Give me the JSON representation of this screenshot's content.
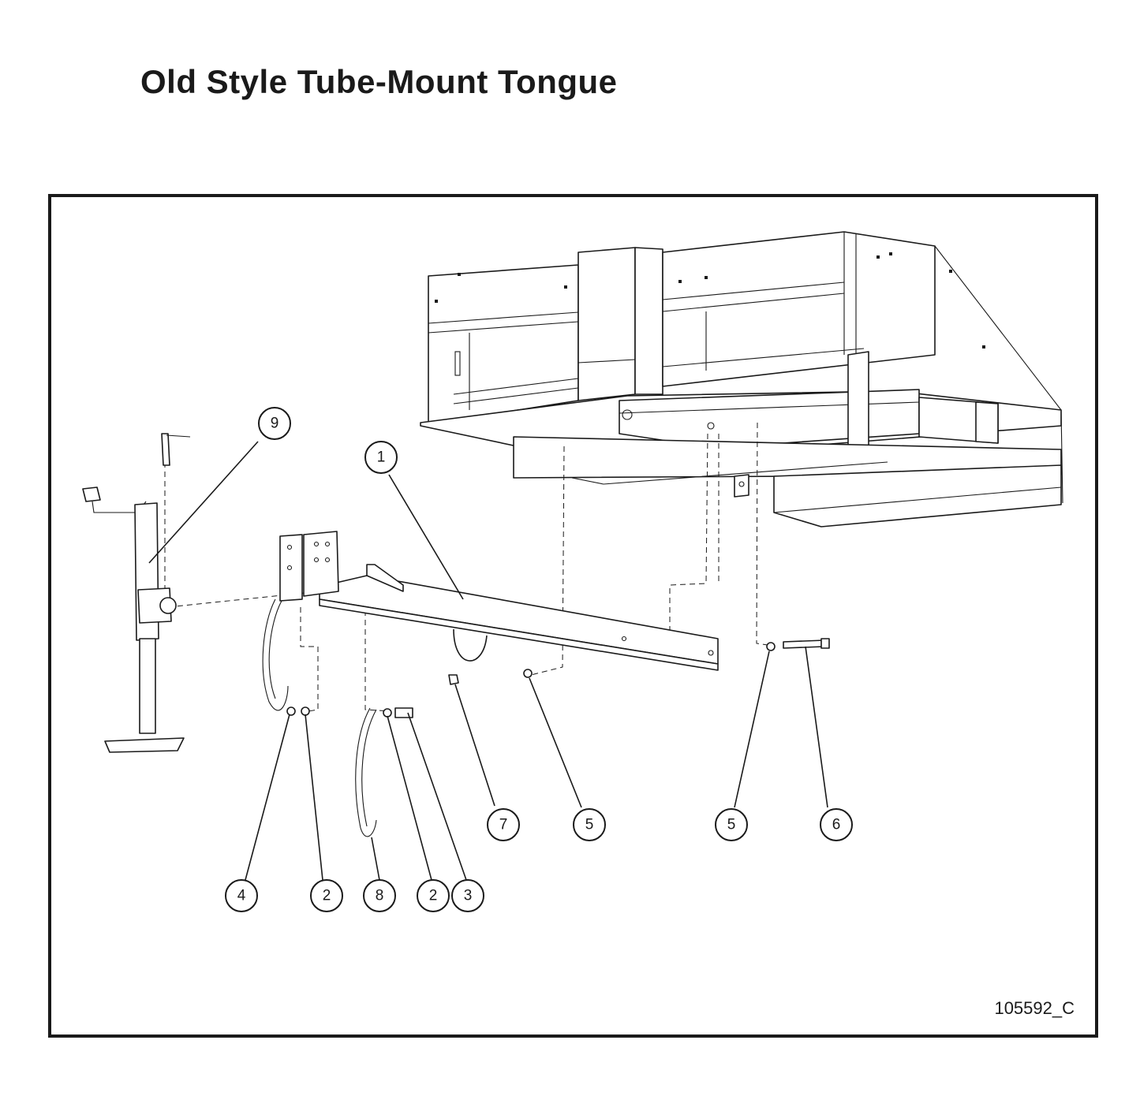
{
  "title": "Old Style Tube-Mount Tongue",
  "doc_number": "105592_C",
  "callouts": [
    {
      "id": "9",
      "label": "9"
    },
    {
      "id": "1",
      "label": "1"
    },
    {
      "id": "7",
      "label": "7"
    },
    {
      "id": "5a",
      "label": "5"
    },
    {
      "id": "5b",
      "label": "5"
    },
    {
      "id": "6",
      "label": "6"
    },
    {
      "id": "4",
      "label": "4"
    },
    {
      "id": "2a",
      "label": "2"
    },
    {
      "id": "8",
      "label": "8"
    },
    {
      "id": "2b",
      "label": "2"
    },
    {
      "id": "3",
      "label": "3"
    }
  ]
}
